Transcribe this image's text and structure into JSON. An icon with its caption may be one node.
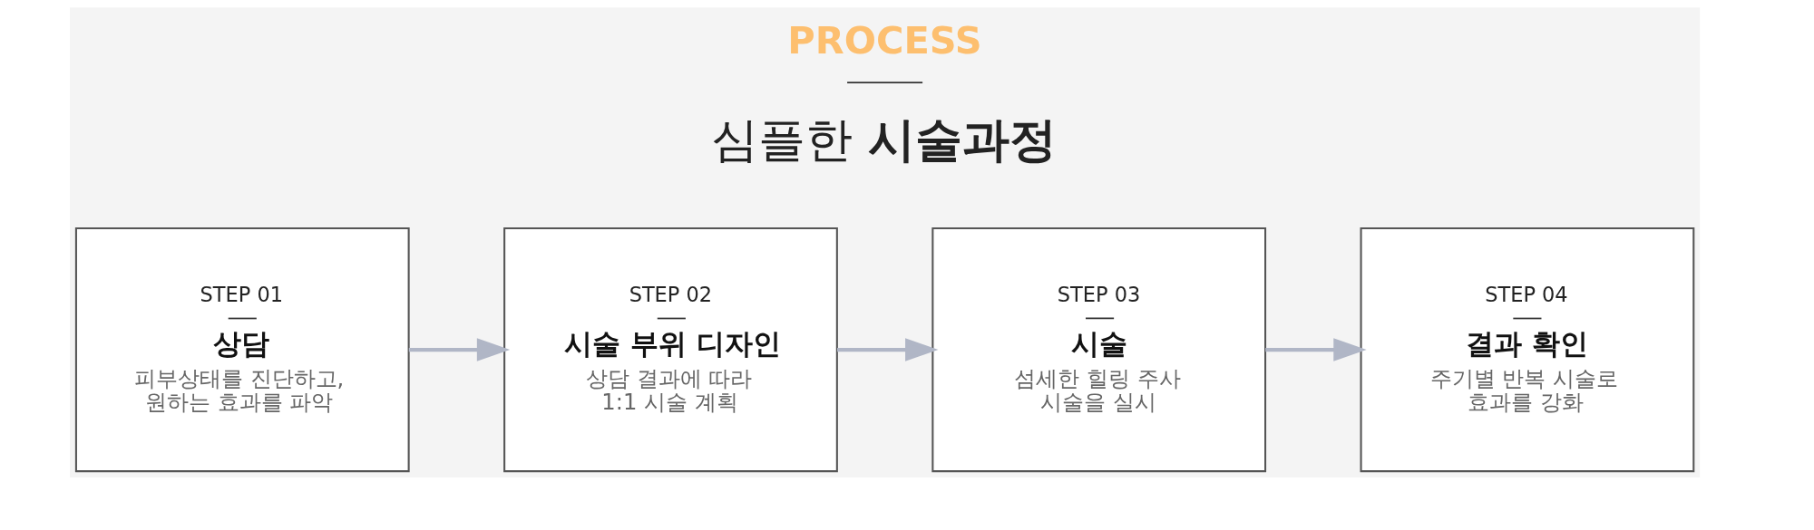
{
  "diagram": {
    "title": "PROCESS",
    "nodes": [
      {
        "text": [
          "STEP 01",
          "상담",
          "피부상태를 진단하고, 원하는 효과를 파악"
        ]
      },
      {
        "text": [
          "STEP 02",
          "시술 부위 디자인",
          "상담 결과에 따라 1:1 시술 계획"
        ]
      },
      {
        "text": [
          "STEP 03",
          "시술",
          "섬세한 힐링 주사 시술을 실시"
        ]
      },
      {
        "text": [
          "STEP 04",
          "결과 확인",
          "주기별 반복 시술로 효과를 강화"
        ]
      }
    ],
    "edges": [
      {
        "from": 0,
        "to": 1,
        "arrow": "to"
      },
      {
        "from": 1,
        "to": 2,
        "arrow": "to"
      },
      {
        "from": 2,
        "to": 3,
        "arrow": "to"
      }
    ],
    "labels": [
      "심플한 **시술과정**"
    ]
  }
}
